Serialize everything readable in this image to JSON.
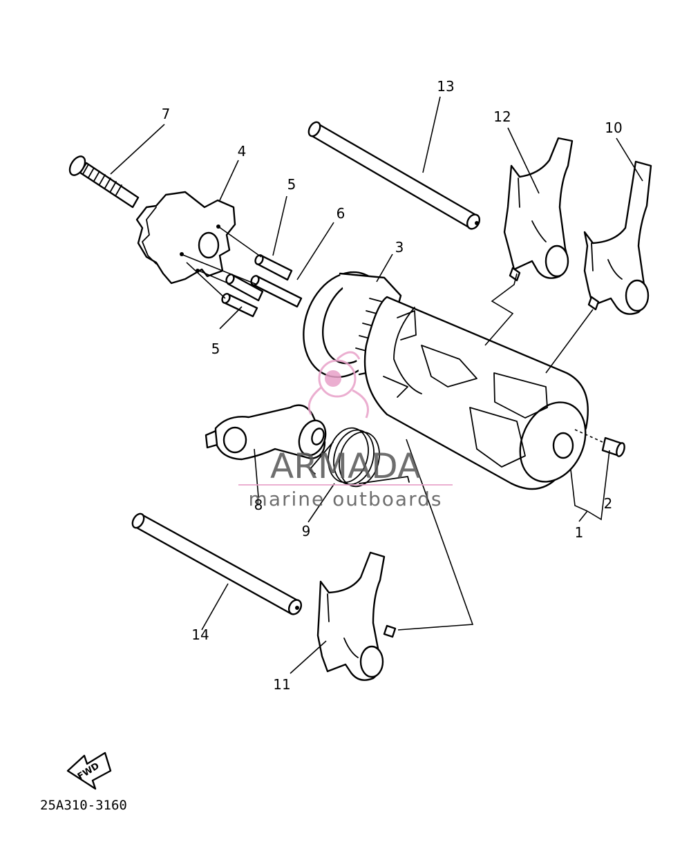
{
  "callouts": [
    {
      "id": "c1",
      "text": "1"
    },
    {
      "id": "c2",
      "text": "2"
    },
    {
      "id": "c3",
      "text": "3"
    },
    {
      "id": "c4",
      "text": "4"
    },
    {
      "id": "c5a",
      "text": "5"
    },
    {
      "id": "c5b",
      "text": "5"
    },
    {
      "id": "c6",
      "text": "6"
    },
    {
      "id": "c7",
      "text": "7"
    },
    {
      "id": "c8",
      "text": "8"
    },
    {
      "id": "c9",
      "text": "9"
    },
    {
      "id": "c10",
      "text": "10"
    },
    {
      "id": "c11",
      "text": "11"
    },
    {
      "id": "c12",
      "text": "12"
    },
    {
      "id": "c13",
      "text": "13"
    },
    {
      "id": "c14",
      "text": "14"
    }
  ],
  "drawing_code": "25A310-3160",
  "fwd_label": "FWD",
  "watermark": {
    "brand": "ARMADA",
    "tagline": "marine outboards",
    "brand_color": "#555555",
    "accent_color": "#e8a0c8"
  }
}
